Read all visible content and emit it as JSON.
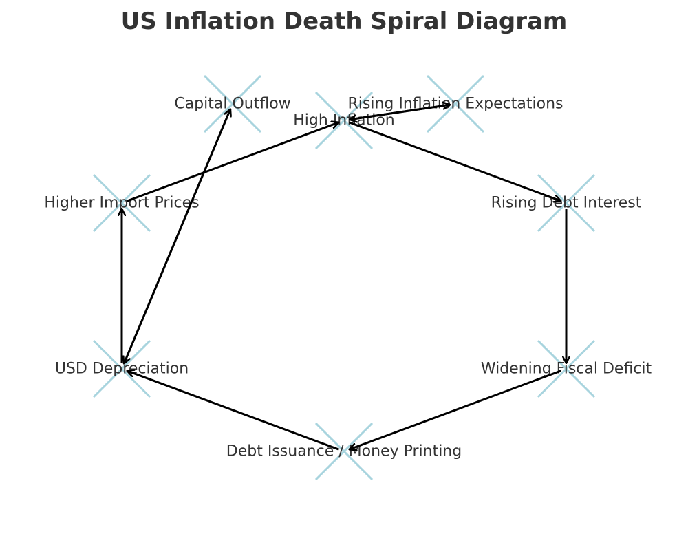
{
  "title": "US Inflation Death Spiral Diagram",
  "colors": {
    "text": "#333333",
    "node_marker": "#a8d4de",
    "edge": "#000000",
    "background": "#ffffff"
  },
  "nodes": [
    {
      "id": "high-inflation",
      "label": "High Inflation"
    },
    {
      "id": "rising-debt-interest",
      "label": "Rising Debt Interest"
    },
    {
      "id": "widening-fiscal-deficit",
      "label": "Widening Fiscal Deficit"
    },
    {
      "id": "debt-issuance-money-printing",
      "label": "Debt Issuance / Money Printing"
    },
    {
      "id": "usd-depreciation",
      "label": "USD Depreciation"
    },
    {
      "id": "higher-import-prices",
      "label": "Higher Import Prices"
    },
    {
      "id": "capital-outflow",
      "label": "Capital Outflow"
    },
    {
      "id": "rising-inflation-expectations",
      "label": "Rising Inflation Expectations"
    }
  ],
  "edges": [
    {
      "from": "high-inflation",
      "to": "rising-debt-interest"
    },
    {
      "from": "rising-debt-interest",
      "to": "widening-fiscal-deficit"
    },
    {
      "from": "widening-fiscal-deficit",
      "to": "debt-issuance-money-printing"
    },
    {
      "from": "debt-issuance-money-printing",
      "to": "usd-depreciation"
    },
    {
      "from": "usd-depreciation",
      "to": "higher-import-prices"
    },
    {
      "from": "higher-import-prices",
      "to": "high-inflation"
    },
    {
      "from": "usd-depreciation",
      "to": "capital-outflow"
    },
    {
      "from": "capital-outflow",
      "to": "usd-depreciation"
    },
    {
      "from": "high-inflation",
      "to": "rising-inflation-expectations"
    },
    {
      "from": "rising-inflation-expectations",
      "to": "high-inflation"
    }
  ]
}
